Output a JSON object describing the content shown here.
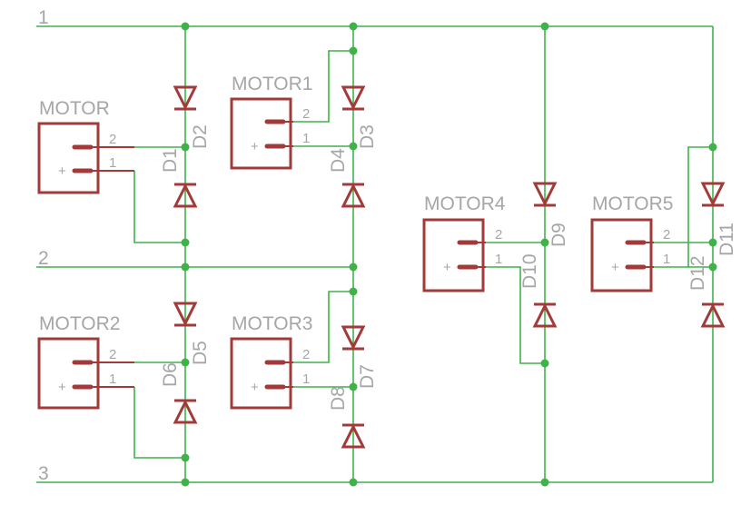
{
  "nets": [
    {
      "id": "net1",
      "label": "1"
    },
    {
      "id": "net2",
      "label": "2"
    },
    {
      "id": "net3",
      "label": "3"
    }
  ],
  "motors": [
    {
      "id": "m0",
      "name": "MOTOR",
      "pin_top": "2",
      "pin_bottom": "1",
      "plus": "+"
    },
    {
      "id": "m1",
      "name": "MOTOR1",
      "pin_top": "2",
      "pin_bottom": "1",
      "plus": "+"
    },
    {
      "id": "m2",
      "name": "MOTOR2",
      "pin_top": "2",
      "pin_bottom": "1",
      "plus": "+"
    },
    {
      "id": "m3",
      "name": "MOTOR3",
      "pin_top": "2",
      "pin_bottom": "1",
      "plus": "+"
    },
    {
      "id": "m4",
      "name": "MOTOR4",
      "pin_top": "2",
      "pin_bottom": "1",
      "plus": "+"
    },
    {
      "id": "m5",
      "name": "MOTOR5",
      "pin_top": "2",
      "pin_bottom": "1",
      "plus": "+"
    }
  ],
  "diodes": [
    "D1",
    "D2",
    "D3",
    "D4",
    "D5",
    "D6",
    "D7",
    "D8",
    "D9",
    "D10",
    "D11",
    "D12"
  ],
  "colors": {
    "wire": "#3fb24a",
    "component": "#a23a3a",
    "label": "#a6a6a6"
  }
}
